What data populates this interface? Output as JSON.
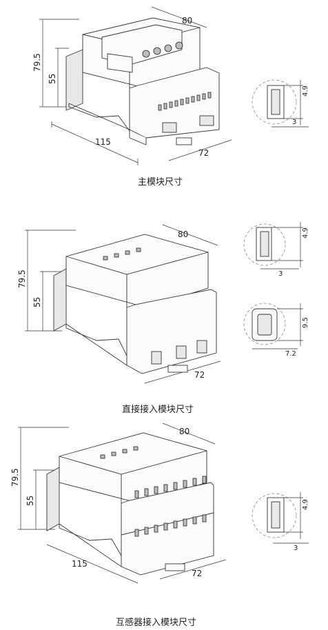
{
  "figures": [
    {
      "caption": "主模块尺寸",
      "dims": {
        "width": "80",
        "height": "79.5",
        "height_inner": "55",
        "depth": "115",
        "rail": "72"
      },
      "detail": {
        "h": "4.9",
        "w": "3"
      }
    },
    {
      "caption": "直接接入模块尺寸",
      "dims": {
        "width": "80",
        "height": "79.5",
        "height_inner": "55",
        "rail": "72"
      },
      "detail": {
        "h": "4.9",
        "w": "3"
      },
      "detail2": {
        "h": "9.5",
        "w": "7.2"
      }
    },
    {
      "caption": "互感器接入模块尺寸",
      "dims": {
        "width": "80",
        "height": "79.5",
        "height_inner": "55",
        "depth": "115",
        "rail": "72"
      },
      "detail": {
        "h": "4.9",
        "w": "3"
      }
    }
  ]
}
